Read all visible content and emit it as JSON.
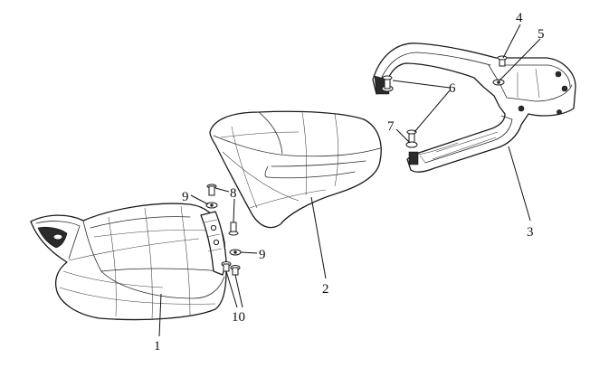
{
  "callouts": [
    {
      "label": "1"
    },
    {
      "label": "2"
    },
    {
      "label": "3"
    },
    {
      "label": "4"
    },
    {
      "label": "5"
    },
    {
      "label": "6"
    },
    {
      "label": "7"
    },
    {
      "label": "8"
    },
    {
      "label": "9"
    },
    {
      "label": "9"
    },
    {
      "label": "10"
    }
  ]
}
